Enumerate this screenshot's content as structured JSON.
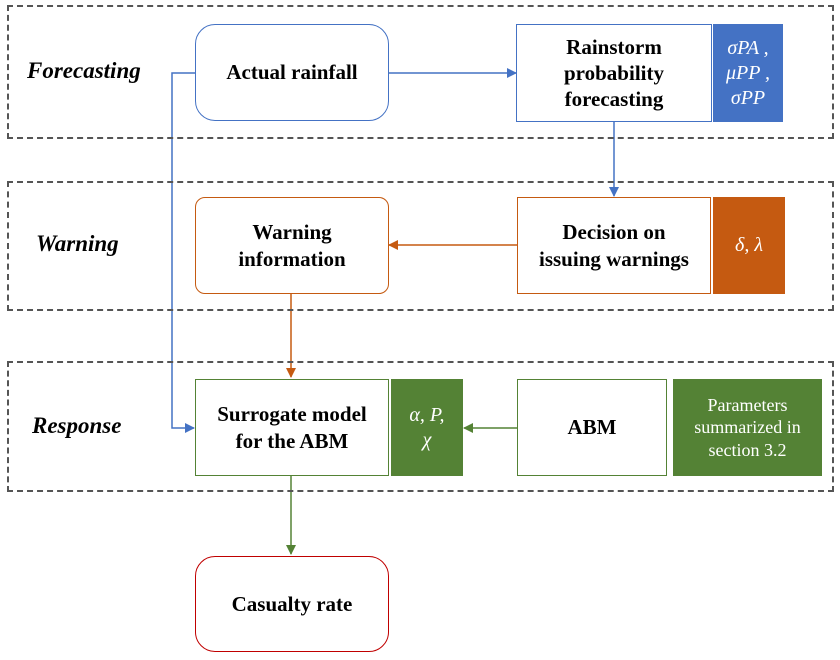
{
  "stages": {
    "forecasting": "Forecasting",
    "warning": "Warning",
    "response": "Response"
  },
  "nodes": {
    "actual_rainfall": "Actual rainfall",
    "rainstorm_forecasting": "Rainstorm probability forecasting",
    "decision_warnings": "Decision on issuing warnings",
    "warning_information": "Warning information",
    "surrogate_model": "Surrogate model for the ABM",
    "abm": "ABM",
    "casualty_rate": "Casualty rate"
  },
  "parameters": {
    "forecast_params": [
      "σPA ,",
      "μPP ,",
      "σPP"
    ],
    "warning_params": "δ, λ",
    "surrogate_params": [
      "α, P,",
      "χ"
    ],
    "abm_params": "Parameters summarized in section 3.2"
  },
  "colors": {
    "blue": "#4472c4",
    "orange": "#c55a11",
    "green": "#548235",
    "red": "#c00000",
    "dash": "#555555"
  }
}
